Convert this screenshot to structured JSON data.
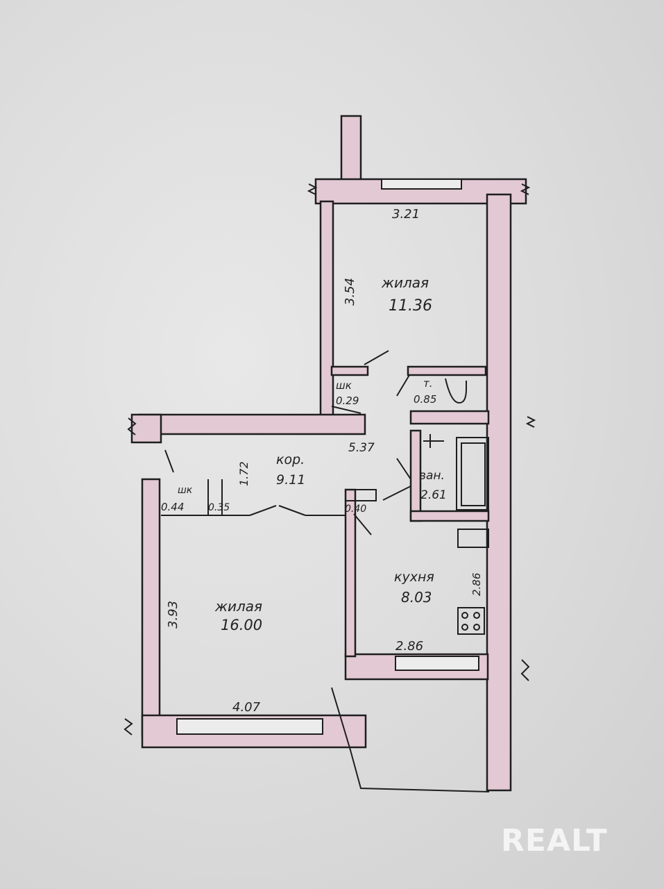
{
  "rooms": {
    "living_top": {
      "name": "жилая",
      "area": "11.36"
    },
    "living_bottom": {
      "name": "жилая",
      "area": "16.00"
    },
    "corridor": {
      "name": "кор.",
      "area": "9.11"
    },
    "kitchen": {
      "name": "кухня",
      "area": "8.03"
    },
    "toilet": {
      "name": "т.",
      "area": "0.85"
    },
    "bath": {
      "name": "ван.",
      "area": "2.61"
    },
    "closet_top": {
      "name": "шк",
      "area": "0.29"
    },
    "closet_left": {
      "name": "шк",
      "area": "0.44"
    },
    "closet_small": {
      "area": "0.35"
    }
  },
  "dimensions": {
    "top_width": "3.21",
    "top_height": "3.54",
    "corridor_len": "5.37",
    "corridor_width": "1.72",
    "corridor_step": "0.40",
    "bottom_height": "3.93",
    "bottom_width": "4.07",
    "kitchen_width": "2.86",
    "kitchen_height": "2.86"
  },
  "watermark": "REALT",
  "colors": {
    "wall_fill": "#e2c9d3",
    "line": "#1e1e1e",
    "paper": "#dcdcdc"
  }
}
